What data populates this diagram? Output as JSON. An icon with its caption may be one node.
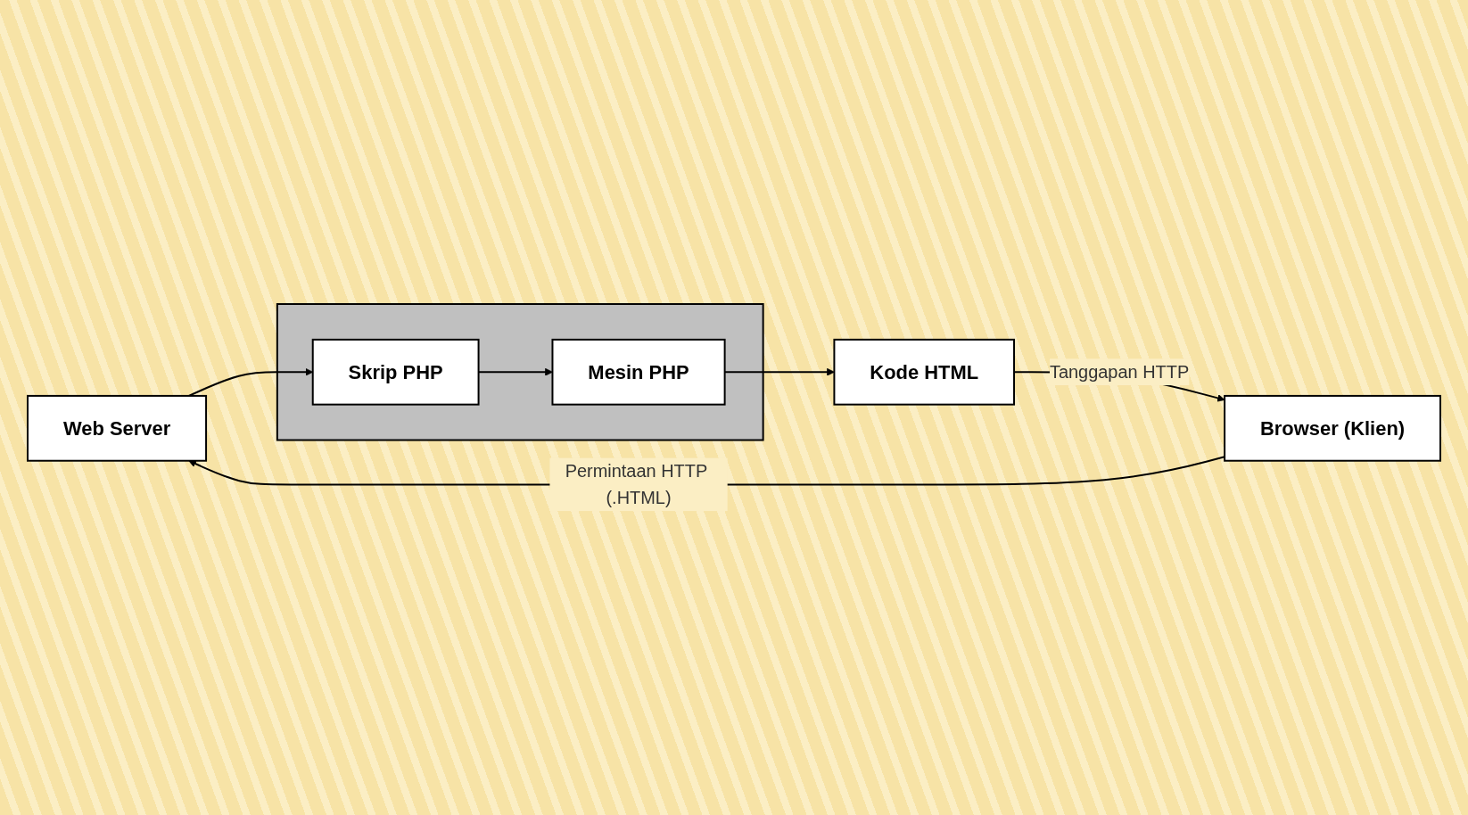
{
  "diagram": {
    "nodes": [
      {
        "text": [
          "Web Server"
        ]
      },
      {
        "text": [],
        "shape": "box"
      },
      {
        "text": [
          "Skrip PHP"
        ],
        "in": 1
      },
      {
        "text": [
          "Mesin PHP"
        ],
        "in": 1
      },
      {
        "text": [
          "Browser (Klien)"
        ]
      },
      {
        "text": [
          "Kode HTML"
        ]
      }
    ],
    "edges": [
      {
        "from": 4,
        "to": 0,
        "arrow": "to",
        "label": "Permintaan HTTP (.HTML)"
      },
      {
        "from": 0,
        "to": 2,
        "arrow": "to"
      },
      {
        "from": 2,
        "to": 3,
        "arrow": "to"
      },
      {
        "from": 3,
        "to": 5,
        "arrow": "to"
      },
      {
        "from": 5,
        "to": 4,
        "arrow": "to",
        "label": "Tanggapan HTTP"
      }
    ]
  }
}
